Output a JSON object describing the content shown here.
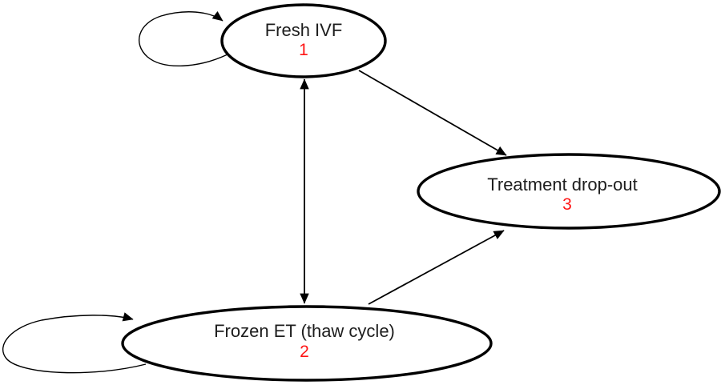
{
  "diagram": {
    "colors": {
      "background": "#ffffff",
      "stroke": "#000000",
      "text": "#1d1d1d",
      "number": "#ff1414"
    },
    "nodes": [
      {
        "id": "1",
        "label": "Fresh IVF",
        "number": "1"
      },
      {
        "id": "2",
        "label": "Frozen ET (thaw cycle)",
        "number": "2"
      },
      {
        "id": "3",
        "label": "Treatment drop-out",
        "number": "3"
      }
    ],
    "edges": [
      {
        "from": "1",
        "to": "1",
        "style": "self-loop"
      },
      {
        "from": "2",
        "to": "2",
        "style": "self-loop"
      },
      {
        "from": "1",
        "to": "2",
        "style": "double-headed-arrow"
      },
      {
        "from": "1",
        "to": "3",
        "style": "arrow"
      },
      {
        "from": "2",
        "to": "3",
        "style": "arrow"
      }
    ]
  }
}
